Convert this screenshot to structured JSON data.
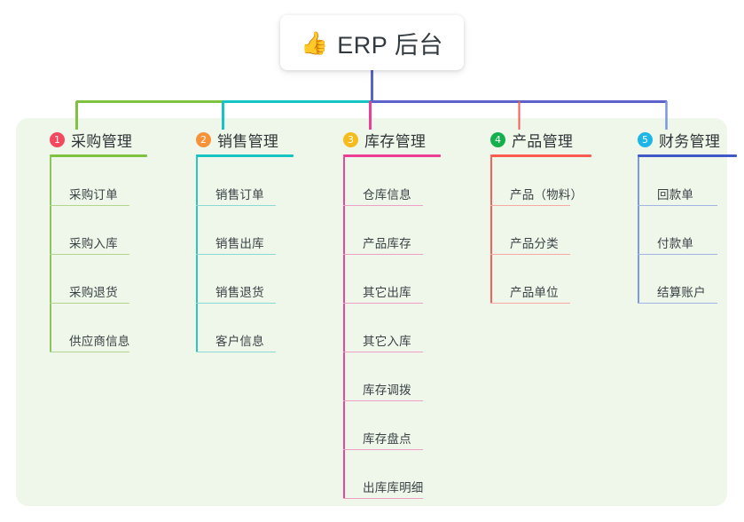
{
  "diagram": {
    "type": "org-chart",
    "title": {
      "icon": "thumbs-up-emoji",
      "emoji": "👍",
      "text": "ERP 后台"
    },
    "panel_color": "#eef7e9",
    "connector_colors": {
      "stem": "#5b62c9",
      "segment_1": "#7fc241",
      "segment_2": "#17c4c4",
      "segment_3": "#ec3e95",
      "segment_4": "#5b62c9",
      "segment_5": "#4059c9",
      "drop_4": "#fc5b52",
      "drop_5": "#7d96e0"
    },
    "columns": [
      {
        "number": "1",
        "title": "采购管理",
        "badge_color": "#f4485e",
        "rule_color": "#7fc241",
        "leaf_color": "#b3d68c",
        "spine_color": "#8cc45f",
        "items": [
          {
            "label": "采购订单"
          },
          {
            "label": "采购入库"
          },
          {
            "label": "采购退货"
          },
          {
            "label": "供应商信息"
          }
        ]
      },
      {
        "number": "2",
        "title": "销售管理",
        "badge_color": "#f79239",
        "rule_color": "#17c4c4",
        "leaf_color": "#89d9d4",
        "spine_color": "#2ec6c0",
        "items": [
          {
            "label": "销售订单"
          },
          {
            "label": "销售出库"
          },
          {
            "label": "销售退货"
          },
          {
            "label": "客户信息"
          }
        ]
      },
      {
        "number": "3",
        "title": "库存管理",
        "badge_color": "#f6bb1c",
        "rule_color": "#ec3e95",
        "leaf_color": "#f0a0c4",
        "spine_color": "#e8479b",
        "items": [
          {
            "label": "仓库信息"
          },
          {
            "label": "产品库存"
          },
          {
            "label": "其它出库"
          },
          {
            "label": "其它入库"
          },
          {
            "label": "库存调拨"
          },
          {
            "label": "库存盘点"
          },
          {
            "label": "出库库明细"
          }
        ]
      },
      {
        "number": "4",
        "title": "产品管理",
        "badge_color": "#14b04c",
        "rule_color": "#fc5b52",
        "leaf_color": "#f7a9a2",
        "spine_color": "#f4625a",
        "items": [
          {
            "label": "产品（物料）"
          },
          {
            "label": "产品分类"
          },
          {
            "label": "产品单位"
          }
        ]
      },
      {
        "number": "5",
        "title": "财务管理",
        "badge_color": "#1eb5e8",
        "rule_color": "#4059c9",
        "leaf_color": "#a3b3e4",
        "spine_color": "#8098dd",
        "items": [
          {
            "label": "回款单"
          },
          {
            "label": "付款单"
          },
          {
            "label": "结算账户"
          }
        ]
      }
    ]
  }
}
